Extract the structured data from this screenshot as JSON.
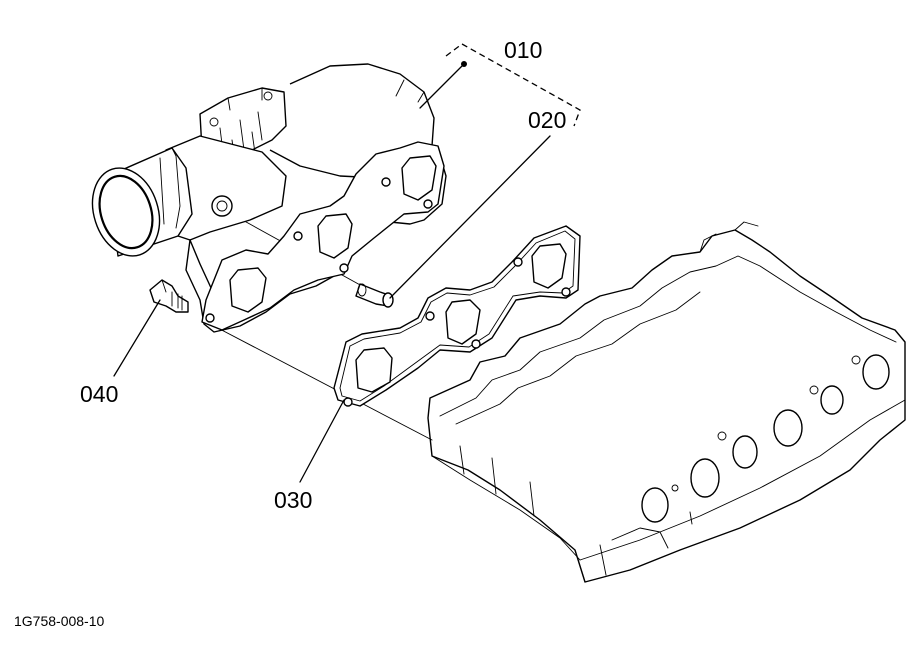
{
  "callouts": {
    "c010": "010",
    "c020": "020",
    "c030": "030",
    "c040": "040"
  },
  "drawing_code": "1G758-008-10",
  "colors": {
    "ink": "#000000",
    "paper": "#ffffff"
  }
}
